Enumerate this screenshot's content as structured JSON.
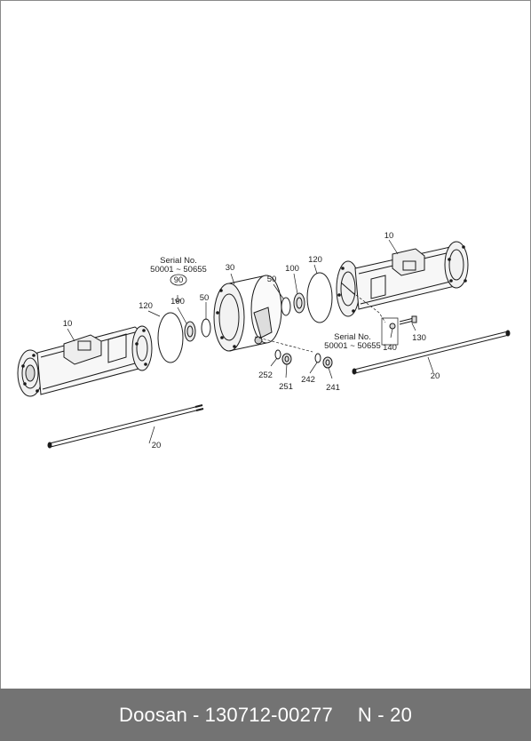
{
  "footer": {
    "brand": "Doosan",
    "dash": "-",
    "part_number": "130712-00277",
    "page": "N - 20"
  },
  "diagram": {
    "callouts": {
      "left_housing": "10",
      "right_housing": "10",
      "left_shaft": "20",
      "right_shaft": "20",
      "center_housing": "30",
      "left_seal_50": "50",
      "right_seal_50": "50",
      "left_circled_90": "90",
      "left_bearing_100": "100",
      "right_bearing_100": "100",
      "left_oring_120": "120",
      "right_oring_120": "120",
      "bolt_130": "130",
      "plug_140": "140",
      "part_241": "241",
      "part_242": "242",
      "part_251": "251",
      "part_252": "252"
    },
    "serial_left": {
      "line1": "Serial No.",
      "line2": "50001 ~ 50655"
    },
    "serial_right": {
      "line1": "Serial No.",
      "line2": "50001 ~ 50655"
    }
  }
}
